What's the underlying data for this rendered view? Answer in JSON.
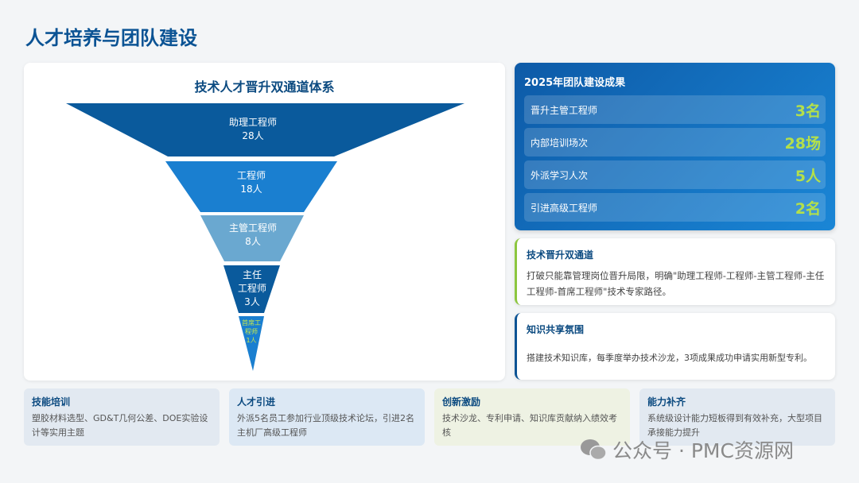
{
  "title": "人才培养与团队建设",
  "funnel": {
    "title": "技术人才晋升双通道体系",
    "levels": [
      {
        "name": "助理工程师",
        "count": "28人"
      },
      {
        "name": "工程师",
        "count": "18人"
      },
      {
        "name": "主管工程师",
        "count": "8人"
      },
      {
        "name_l1": "主任",
        "name_l2": "工程师",
        "count": "3人"
      },
      {
        "name_l1": "首席工",
        "name_l2": "程师",
        "count": "1人"
      }
    ],
    "colors": [
      "#0a5a9c",
      "#1a7fd0",
      "#6aa8d0",
      "#0a5a9c",
      "#1a7fd0"
    ]
  },
  "results": {
    "title": "2025年团队建设成果",
    "items": [
      {
        "label": "晋升主管工程师",
        "value": "3名"
      },
      {
        "label": "内部培训场次",
        "value": "28场"
      },
      {
        "label": "外派学习人次",
        "value": "5人"
      },
      {
        "label": "引进高级工程师",
        "value": "2名"
      }
    ]
  },
  "info": [
    {
      "title": "技术晋升双通道",
      "text": "打破只能靠管理岗位晋升局限，明确\"助理工程师-工程师-主管工程师-主任工程师-首席工程师\"技术专家路径。"
    },
    {
      "title": "知识共享氛围",
      "text": "搭建技术知识库，每季度举办技术沙龙，3项成果成功申请实用新型专利。"
    }
  ],
  "bottom": [
    {
      "title": "技能培训",
      "text": "塑胶材料选型、GD&T几何公差、DOE实验设计等实用主题"
    },
    {
      "title": "人才引进",
      "text": "外派5名员工参加行业顶级技术论坛，引进2名主机厂高级工程师"
    },
    {
      "title": "创新激励",
      "text": "技术沙龙、专利申请、知识库贡献纳入绩效考核"
    },
    {
      "title": "能力补齐",
      "text": "系统级设计能力短板得到有效补充，大型项目承接能力提升"
    }
  ],
  "watermark": "公众号 · PMC资源网"
}
